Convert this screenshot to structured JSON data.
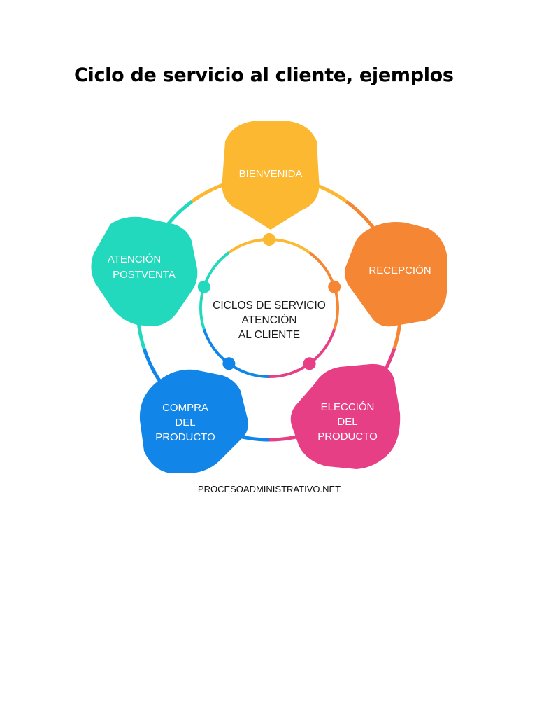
{
  "page": {
    "title": "Ciclo de servicio al cliente, ejemplos"
  },
  "diagram": {
    "center": [
      "CICLOS DE SERVICIO",
      "ATENCIÓN",
      "AL CLIENTE"
    ],
    "stages": [
      {
        "key": "bienvenida",
        "lines": [
          "BIENVENIDA"
        ],
        "color": "#FBB830"
      },
      {
        "key": "recepcion",
        "lines": [
          "RECEPCIÓN"
        ],
        "color": "#F58634"
      },
      {
        "key": "eleccion",
        "lines": [
          "ELECCIÓN",
          "DEL",
          "PRODUCTO"
        ],
        "color": "#E73F86"
      },
      {
        "key": "compra",
        "lines": [
          "COMPRA",
          "DEL",
          "PRODUCTO"
        ],
        "color": "#1185E8"
      },
      {
        "key": "postventa",
        "lines": [
          "ATENCIÓN",
          "POSTVENTA"
        ],
        "color": "#23D9BD"
      }
    ],
    "source": "PROCESOADMINISTRATIVO.NET"
  }
}
